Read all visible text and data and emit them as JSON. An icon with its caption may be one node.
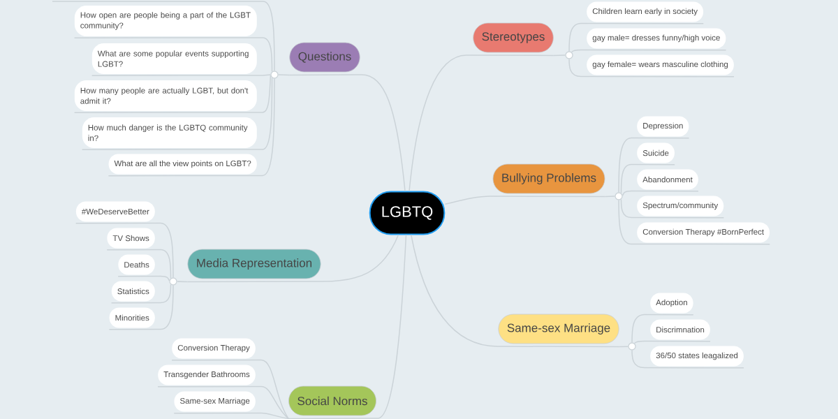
{
  "diagram": {
    "nodes": [
      {
        "text": [
          "LGBTQ"
        ]
      },
      {
        "text": [
          "Stereotypes"
        ]
      },
      {
        "text": [],
        "shape": "circle"
      },
      {
        "text": [
          "Children learn early in society"
        ]
      },
      {
        "text": [
          "gay male= dresses funny/high voice"
        ]
      },
      {
        "text": [
          "gay female= wears masculine clothing"
        ]
      },
      {
        "text": [
          "Bullying Problems"
        ]
      },
      {
        "text": [],
        "shape": "circle"
      },
      {
        "text": [
          "Depression"
        ]
      },
      {
        "text": [
          "Suicide"
        ]
      },
      {
        "text": [
          "Abandonment"
        ]
      },
      {
        "text": [
          "Spectrum/community"
        ]
      },
      {
        "text": [
          "Conversion Therapy #BornPerfect"
        ]
      },
      {
        "text": [
          "Same-sex Marriage"
        ]
      },
      {
        "text": [],
        "shape": "circle"
      },
      {
        "text": [
          "Adoption"
        ]
      },
      {
        "text": [
          "Discrimnation"
        ]
      },
      {
        "text": [
          "36/50 states leagalized"
        ]
      },
      {
        "text": [
          "Social Norms"
        ]
      },
      {
        "text": [
          "Conversion Therapy"
        ]
      },
      {
        "text": [
          "Transgender Bathrooms"
        ]
      },
      {
        "text": [
          "Same-sex Marriage"
        ]
      },
      {
        "text": [
          "Media Representation"
        ]
      },
      {
        "text": [],
        "shape": "circle"
      },
      {
        "text": [
          "#WeDeserveBetter"
        ]
      },
      {
        "text": [
          "TV Shows"
        ]
      },
      {
        "text": [
          "Deaths"
        ]
      },
      {
        "text": [
          "Statistics"
        ]
      },
      {
        "text": [
          "Minorities"
        ]
      },
      {
        "text": [
          "Questions"
        ]
      },
      {
        "text": [],
        "shape": "circle"
      },
      {
        "text": [
          "How open are people being a part of the LGBT community?"
        ]
      },
      {
        "text": [
          "What are some popular events supporting LGBT?"
        ]
      },
      {
        "text": [
          "How many people are actually LGBT, but don't admit it?"
        ]
      },
      {
        "text": [
          "How much danger is the LGBTQ community in?"
        ]
      },
      {
        "text": [
          "What are all the view points on LGBT?"
        ]
      }
    ],
    "edges": [
      {
        "from": 0,
        "to": 1,
        "arrow": "none"
      },
      {
        "from": 1,
        "to": 2,
        "arrow": "none"
      },
      {
        "from": 2,
        "to": 3,
        "arrow": "none"
      },
      {
        "from": 2,
        "to": 4,
        "arrow": "none"
      },
      {
        "from": 2,
        "to": 5,
        "arrow": "none"
      },
      {
        "from": 0,
        "to": 6,
        "arrow": "none"
      },
      {
        "from": 6,
        "to": 7,
        "arrow": "none"
      },
      {
        "from": 7,
        "to": 8,
        "arrow": "none"
      },
      {
        "from": 7,
        "to": 9,
        "arrow": "none"
      },
      {
        "from": 7,
        "to": 10,
        "arrow": "none"
      },
      {
        "from": 7,
        "to": 11,
        "arrow": "none"
      },
      {
        "from": 7,
        "to": 12,
        "arrow": "none"
      },
      {
        "from": 0,
        "to": 13,
        "arrow": "none"
      },
      {
        "from": 13,
        "to": 14,
        "arrow": "none"
      },
      {
        "from": 14,
        "to": 15,
        "arrow": "none"
      },
      {
        "from": 14,
        "to": 16,
        "arrow": "none"
      },
      {
        "from": 14,
        "to": 17,
        "arrow": "none"
      },
      {
        "from": 0,
        "to": 18,
        "arrow": "none"
      },
      {
        "from": 18,
        "to": 19,
        "arrow": "none"
      },
      {
        "from": 18,
        "to": 20,
        "arrow": "none"
      },
      {
        "from": 18,
        "to": 21,
        "arrow": "none"
      },
      {
        "from": 0,
        "to": 22,
        "arrow": "none"
      },
      {
        "from": 22,
        "to": 23,
        "arrow": "none"
      },
      {
        "from": 23,
        "to": 24,
        "arrow": "none"
      },
      {
        "from": 23,
        "to": 25,
        "arrow": "none"
      },
      {
        "from": 23,
        "to": 26,
        "arrow": "none"
      },
      {
        "from": 23,
        "to": 27,
        "arrow": "none"
      },
      {
        "from": 23,
        "to": 28,
        "arrow": "none"
      },
      {
        "from": 0,
        "to": 29,
        "arrow": "none"
      },
      {
        "from": 29,
        "to": 30,
        "arrow": "none"
      },
      {
        "from": 30,
        "to": null,
        "arrow": "none"
      },
      {
        "from": 30,
        "to": 31,
        "arrow": "none"
      },
      {
        "from": 30,
        "to": 32,
        "arrow": "none"
      },
      {
        "from": 30,
        "to": 33,
        "arrow": "none"
      },
      {
        "from": 30,
        "to": 34,
        "arrow": "none"
      },
      {
        "from": 30,
        "to": 35,
        "arrow": "none"
      }
    ]
  }
}
